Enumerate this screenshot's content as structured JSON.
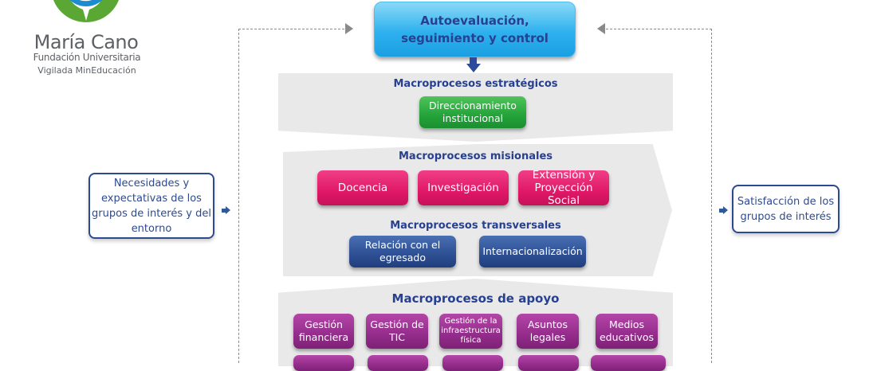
{
  "logo": {
    "name": "María Cano",
    "subtitle": "Fundación Universitaria",
    "tagline": "Vigilada MinEducación",
    "colors": {
      "green": "#5aa833",
      "blue": "#1c8ccf"
    }
  },
  "control": {
    "label": "Autoevaluación, seguimiento y control"
  },
  "inputs": {
    "label": "Necesidades y expectativas de los grupos de interés y del entorno"
  },
  "outputs": {
    "label": "Satisfacción de los grupos de interés"
  },
  "estrategicos": {
    "title": "Macroprocesos estratégicos",
    "items": [
      "Direccionamiento institucional"
    ]
  },
  "misionales": {
    "title": "Macroprocesos misionales",
    "items": [
      "Docencia",
      "Investigación",
      "Extensión y Proyección Social"
    ]
  },
  "transversales": {
    "title": "Macroprocesos transversales",
    "items": [
      "Relación con el egresado",
      "Internacionalización"
    ]
  },
  "apoyo": {
    "title": "Macroprocesos de apoyo",
    "items": [
      "Gestión financiera",
      "Gestión de TIC",
      "Gestión de la infraestructura física",
      "Asuntos legales",
      "Medios educativos"
    ]
  },
  "colors": {
    "title_text": "#27408f",
    "estrategicos": "#23a33a",
    "misionales": "#e01867",
    "transversales": "#2d4f94",
    "apoyo": "#942c8c",
    "control": "#2eb1ee",
    "panel": "#e9e9ea"
  }
}
